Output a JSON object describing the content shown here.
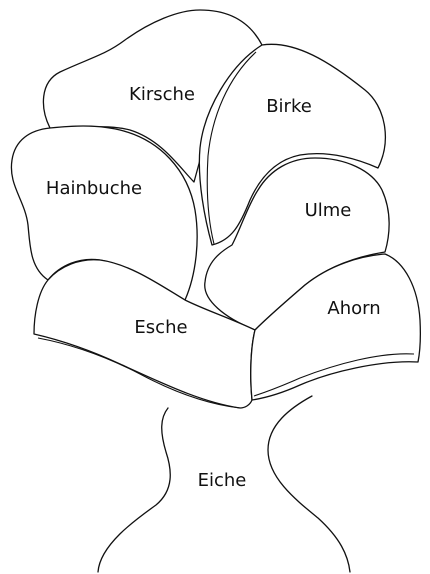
{
  "diagram": {
    "labels": {
      "kirsche": "Kirsche",
      "birke": "Birke",
      "hainbuche": "Hainbuche",
      "ulme": "Ulme",
      "ahorn": "Ahorn",
      "esche": "Esche",
      "eiche": "Eiche"
    },
    "colors": {
      "stroke": "#111111",
      "fill": "#ffffff",
      "text": "#111111"
    }
  }
}
